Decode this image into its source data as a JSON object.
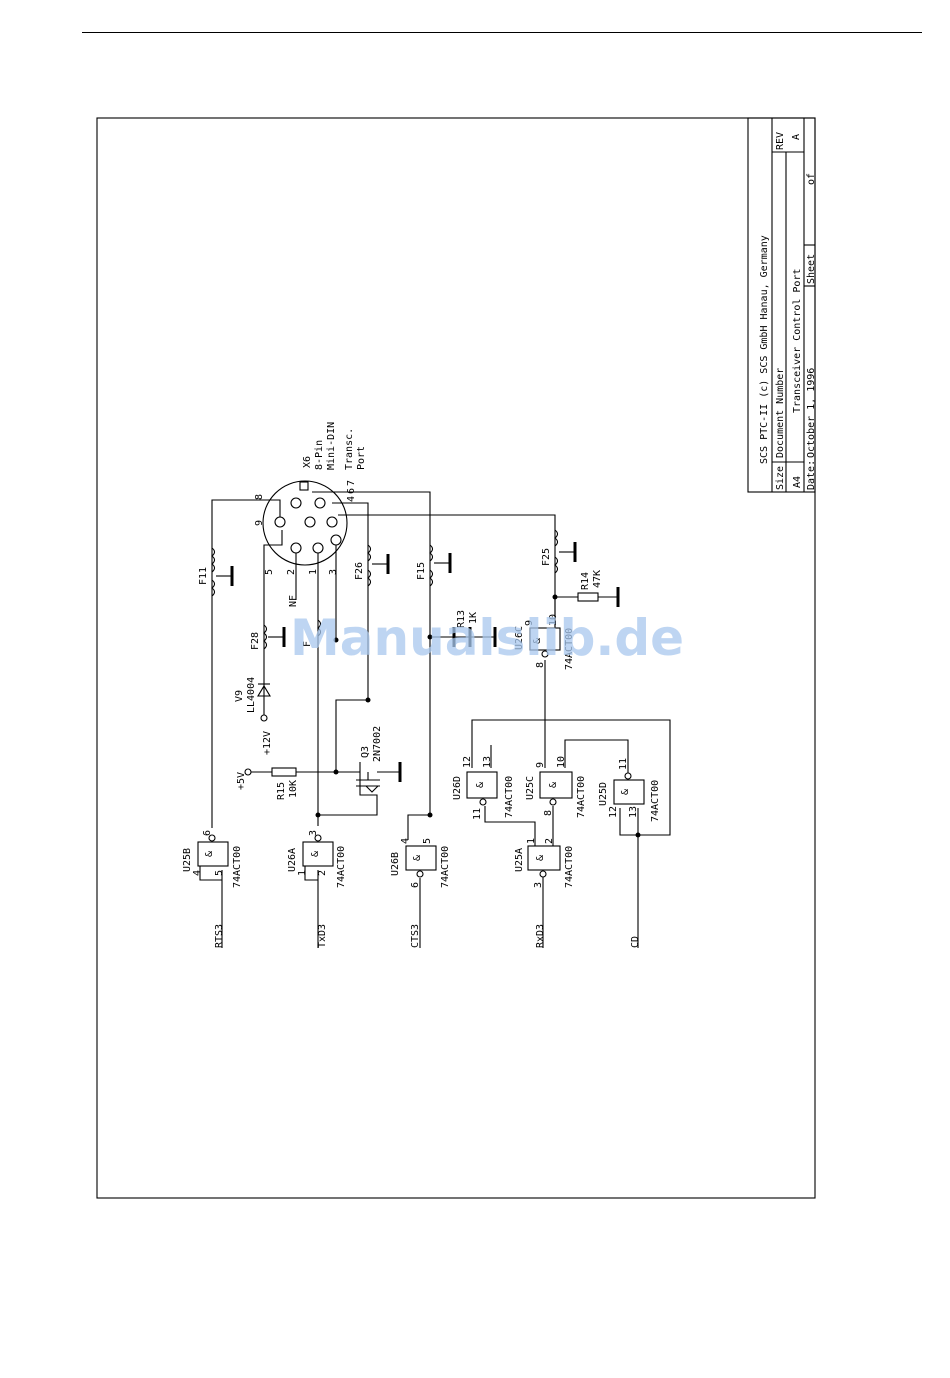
{
  "title_block": {
    "company": "SCS PTC-II (c) SCS GmbH Hanau, Germany",
    "size_label": "Size",
    "size": "A4",
    "docnum_label": "Document Number",
    "title": "Transceiver Control Port",
    "rev_label": "REV",
    "rev": "A",
    "date_label": "Date:",
    "date": "October  1, 1996",
    "sheet_label": "Sheet",
    "of_label": "of"
  },
  "connector": {
    "ref": "X6",
    "desc1": "8-Pin",
    "desc2": "Mini-DIN",
    "desc3": "Transc.",
    "desc4": "Port",
    "pins": [
      "8",
      "9",
      "5",
      "2",
      "1",
      "3",
      "4",
      "6",
      "7"
    ]
  },
  "components": {
    "F11": "F11",
    "F28": "F28",
    "F26": "F26",
    "F15": "F15",
    "F25": "F25",
    "V9": "V9",
    "V9_part": "LL4004",
    "R15": "R15",
    "R15_val": "10K",
    "R13": "R13",
    "R13_val": "1K",
    "R14": "R14",
    "R14_val": "47K",
    "Q3": "Q3",
    "Q3_part": "2N7002",
    "NF": "NF",
    "F_small": "F",
    "p12v": "+12V",
    "p5v": "+5V"
  },
  "gates": [
    {
      "ref": "U25B",
      "part": "74ACT00",
      "pins": [
        "4",
        "5",
        "6"
      ]
    },
    {
      "ref": "U26A",
      "part": "74ACT00",
      "pins": [
        "1",
        "2",
        "3"
      ]
    },
    {
      "ref": "U26B",
      "part": "74ACT00",
      "pins": [
        "4",
        "5",
        "6"
      ]
    },
    {
      "ref": "U25A",
      "part": "74ACT00",
      "pins": [
        "2",
        "1",
        "3"
      ]
    },
    {
      "ref": "U26D",
      "part": "74ACT00",
      "pins": [
        "12",
        "13",
        "11"
      ]
    },
    {
      "ref": "U25C",
      "part": "74ACT00",
      "pins": [
        "9",
        "10",
        "8"
      ]
    },
    {
      "ref": "U25D",
      "part": "74ACT00",
      "pins": [
        "11",
        "12",
        "13"
      ]
    },
    {
      "ref": "U26C",
      "part": "74ACT00",
      "pins": [
        "9",
        "10",
        "8"
      ]
    }
  ],
  "gate_symbol": "&",
  "signals": [
    "RTS3",
    "TxD3",
    "CTS3",
    "RxD3",
    "CD"
  ],
  "watermark": "Manualslib.de"
}
